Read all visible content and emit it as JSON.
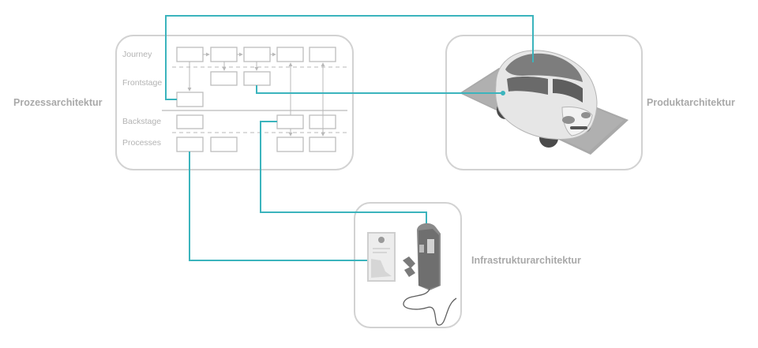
{
  "architectures": {
    "process": "Prozessarchitektur",
    "product": "Produktarchitektur",
    "infrastructure": "Infrastrukturarchitektur"
  },
  "lanes": {
    "journey": "Journey",
    "frontstage": "Frontstage",
    "backstage": "Backstage",
    "processes": "Processes"
  },
  "colors": {
    "connector": "#3bb4bd",
    "panel_border": "#d2d2d2",
    "label": "#a9a9a9"
  },
  "icons": [
    "car-icon",
    "charging-station-icon",
    "smartphone-icon"
  ]
}
